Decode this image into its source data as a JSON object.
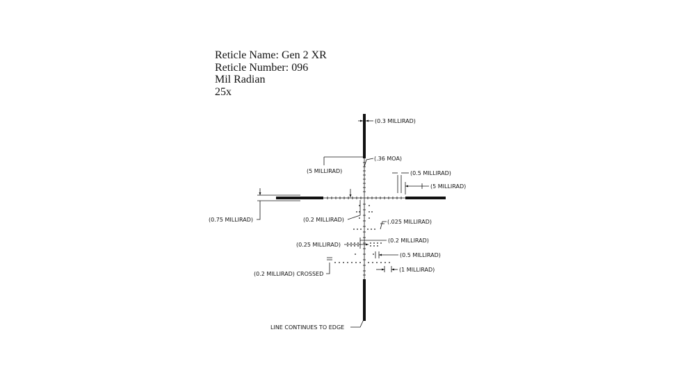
{
  "header": {
    "name": "Reticle Name: Gen 2 XR",
    "number": "Reticle Number: 096",
    "unit": "Mil Radian",
    "magnification": "25x"
  },
  "labels": {
    "post_width": "(0.3 MILLIRAD)",
    "center_gap": "(.36 MOA)",
    "top_dist": "(5 MILLIRAD)",
    "tick_half": "(0.5 MILLIRAD)",
    "tick_five": "(5 MILLIRAD)",
    "bar_thick": "(0.75 MILLIRAD)",
    "tick_spacing": "(0.2 MILLIRAD)",
    "fine_dot": "(.025 MILLIRAD)",
    "dot_row": "(0.2 MILLIRAD)",
    "quarter": "(0.25 MILLIRAD)",
    "half_tick": "(0.5 MILLIRAD)",
    "one_tick": "(1 MILLIRAD)",
    "crossed": "(0.2 MILLIRAD) CROSSED",
    "edge": "LINE CONTINUES TO EDGE"
  }
}
